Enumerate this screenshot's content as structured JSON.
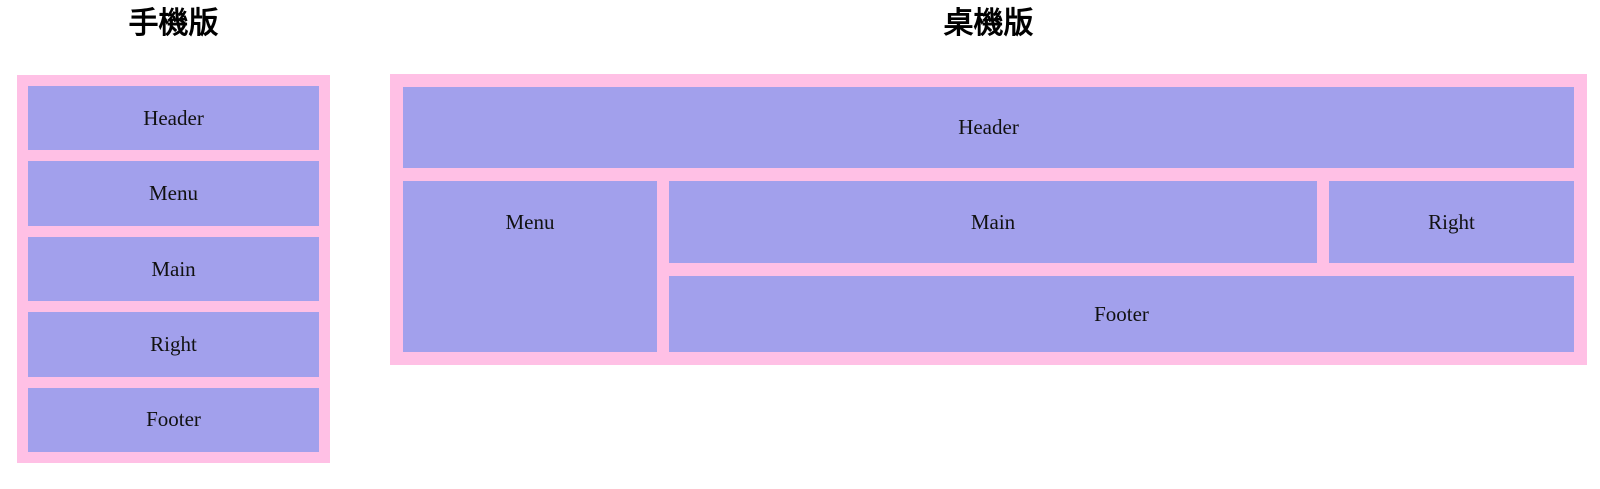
{
  "colors": {
    "frame_pink": "#ffc0e5",
    "box_purple": "#a2a0ec",
    "label_text": "#111111",
    "title_text": "#000000",
    "page_background": "#ffffff"
  },
  "mobile": {
    "title": "手機版",
    "boxes": [
      {
        "label": "Header"
      },
      {
        "label": "Menu"
      },
      {
        "label": "Main"
      },
      {
        "label": "Right"
      },
      {
        "label": "Footer"
      }
    ]
  },
  "desktop": {
    "title": "桌機版",
    "boxes": {
      "header": {
        "label": "Header"
      },
      "menu": {
        "label": "Menu"
      },
      "main": {
        "label": "Main"
      },
      "right": {
        "label": "Right"
      },
      "footer": {
        "label": "Footer"
      }
    }
  }
}
